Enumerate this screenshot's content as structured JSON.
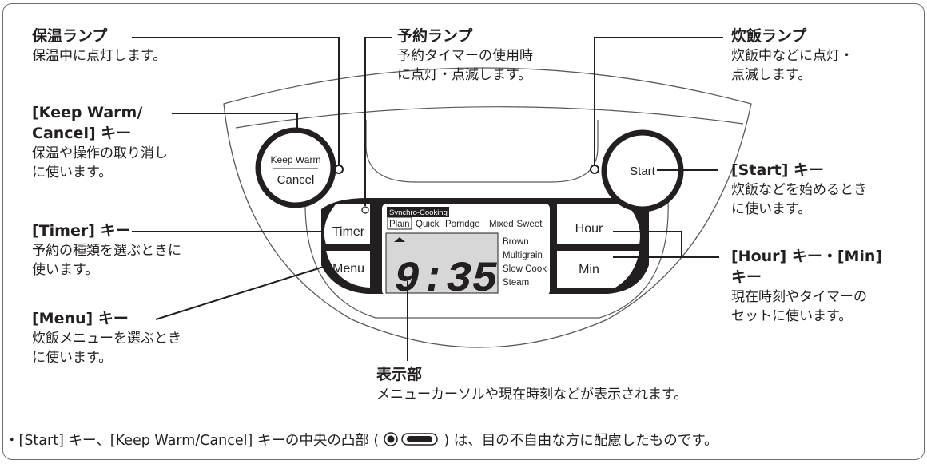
{
  "labels": {
    "keep_lamp": {
      "title": "保温ランプ",
      "desc": [
        "保温中に点灯します。"
      ]
    },
    "keep_key": {
      "title_lines": [
        "[Keep Warm/",
        "Cancel] キー"
      ],
      "desc": [
        "保温や操作の取り消し",
        "に使います。"
      ]
    },
    "timer_key": {
      "title": "[Timer] キー",
      "desc": [
        "予約の種類を選ぶときに",
        "使います。"
      ]
    },
    "menu_key": {
      "title": "[Menu] キー",
      "desc": [
        "炊飯メニューを選ぶとき",
        "に使います。"
      ]
    },
    "reserve_lamp": {
      "title": "予約ランプ",
      "desc": [
        "予約タイマーの使用時",
        "に点灯・点滅します。"
      ]
    },
    "cook_lamp": {
      "title": "炊飯ランプ",
      "desc": [
        "炊飯中などに点灯・",
        "点滅します。"
      ]
    },
    "start_key": {
      "title": "[Start] キー",
      "desc": [
        "炊飯などを始めるとき",
        "に使います。"
      ]
    },
    "hour_min_key": {
      "title_lines": [
        "[Hour] キー・[Min]",
        "キー"
      ],
      "desc": [
        "現在時刻やタイマーの",
        "セットに使います。"
      ]
    },
    "display": {
      "title": "表示部",
      "desc": [
        "メニューカーソルや現在時刻などが表示されます。"
      ]
    }
  },
  "buttons": {
    "keep_warm_top": "Keep Warm",
    "keep_warm_bottom": "Cancel",
    "start": "Start",
    "timer": "Timer",
    "menu": "Menu",
    "hour": "Hour",
    "min": "Min"
  },
  "lcd": {
    "synchro": "Synchro-Cooking",
    "menu_top": [
      "Plain",
      "Quick",
      "Porridge",
      "Mixed·Sweet"
    ],
    "menu_right": [
      "Brown",
      "Multigrain",
      "Slow Cook",
      "Steam"
    ],
    "time": "9:35"
  },
  "note": {
    "before": "・[Start] キー、[Keep Warm/Cancel] キーの中央の凸部 (",
    "after": ") は、目の不自由な方に配慮したものです。"
  }
}
